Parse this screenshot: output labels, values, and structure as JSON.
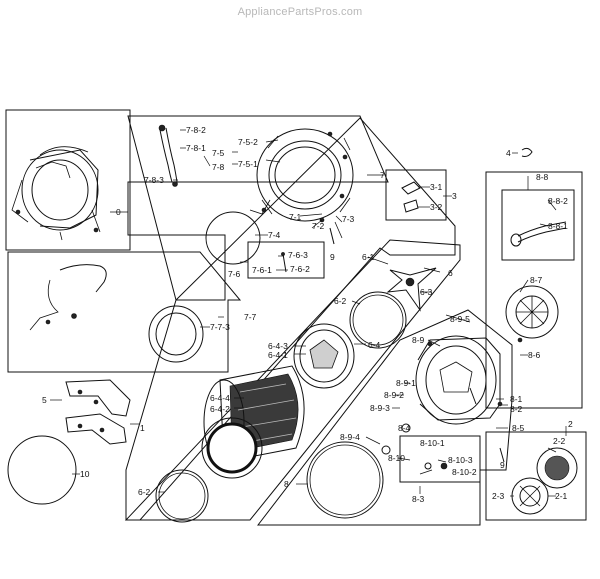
{
  "watermark": "AppliancePartsPros.com",
  "labels": {
    "l0": "0",
    "l1": "1",
    "l2": "2",
    "l2_1": "2-1",
    "l2_2": "2-2",
    "l2_3": "2-3",
    "l3": "3",
    "l3_1": "3-1",
    "l3_2": "3-2",
    "l4": "4",
    "l5": "5",
    "l6": "6",
    "l6_1": "6-1",
    "l6_2a": "6-2",
    "l6_2b": "6-2",
    "l6_3": "6-3",
    "l6_4": "6-4",
    "l6_4_1": "6-4-1",
    "l6_4_2": "6-4-2",
    "l6_4_3": "6-4-3",
    "l6_4_4": "6-4-4",
    "l7": "7",
    "l7_1": "7-1",
    "l7_2": "7-2",
    "l7_3": "7-3",
    "l7_4": "7-4",
    "l7_5": "7-5",
    "l7_5_1": "7-5-1",
    "l7_5_2": "7-5-2",
    "l7_6": "7-6",
    "l7_6_1": "7-6-1",
    "l7_6_2": "7-6-2",
    "l7_6_3": "7-6-3",
    "l7_7": "7-7",
    "l7_7_3": "7-7-3",
    "l7_8": "7-8",
    "l7_8_1": "7-8-1",
    "l7_8_2": "7-8-2",
    "l7_8_3": "7-8-3",
    "l8": "8",
    "l8_1": "8-1",
    "l8_2": "8-2",
    "l8_3": "8-3",
    "l8_4": "8-4",
    "l8_5": "8-5",
    "l8_6": "8-6",
    "l8_7": "8-7",
    "l8_8": "8-8",
    "l8_8_1": "8-8-1",
    "l8_8_2": "8-8-2",
    "l8_9": "8-9",
    "l8_9_1": "8-9-1",
    "l8_9_2": "8-9-2",
    "l8_9_3": "8-9-3",
    "l8_9_4": "8-9-4",
    "l8_9_5": "8-9-5",
    "l8_10": "8-10",
    "l8_10_1": "8-10-1",
    "l8_10_2": "8-10-2",
    "l8_10_3": "8-10-3",
    "l9a": "9",
    "l9b": "9",
    "l10": "10"
  }
}
